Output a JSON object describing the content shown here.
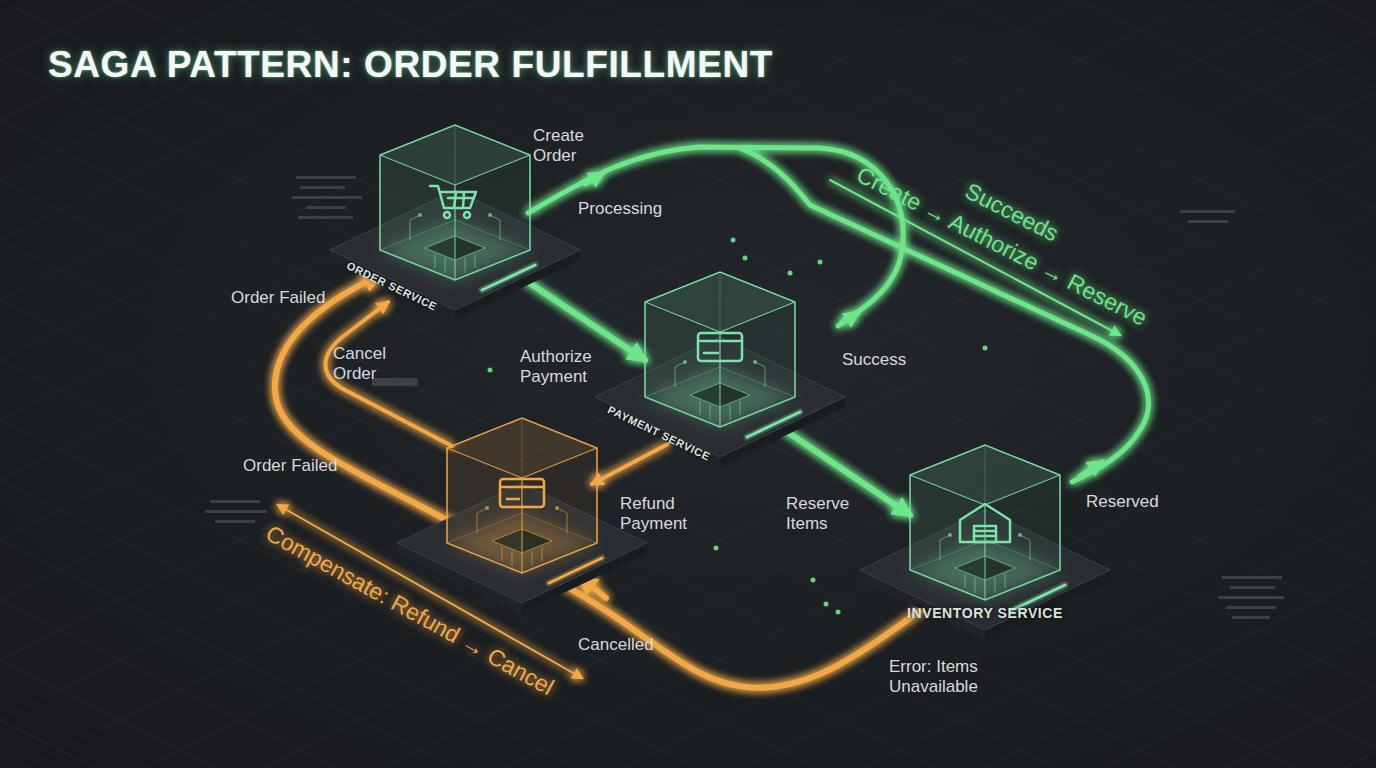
{
  "diagram": {
    "title": "SAGA PATTERN: ORDER FULFILLMENT",
    "nodes": [
      {
        "text": [
          "ORDER SERVICE"
        ]
      },
      {
        "text": [
          "PAYMENT SERVICE"
        ]
      },
      {
        "text": [
          "INVENTORY SERVICE"
        ]
      }
    ],
    "edges": [
      {
        "from": 0,
        "to": 1,
        "label": "Authorize Payment",
        "arrow": "to"
      },
      {
        "from": 1,
        "to": 2,
        "label": "Reserve Items",
        "arrow": "to"
      },
      {
        "from": 2,
        "to": 0,
        "arrow": "to"
      }
    ],
    "labels": [
      "Create Order",
      "Succeeds",
      "Create → Authorize → Reserve",
      "Processing",
      "Order Failed",
      "Cancel Order",
      "Success",
      "Order Failed",
      "Refund Payment",
      "Reserved",
      "Compensate: Refund → Cancel",
      "Cancelled",
      "Error: Items Unavailable"
    ]
  }
}
